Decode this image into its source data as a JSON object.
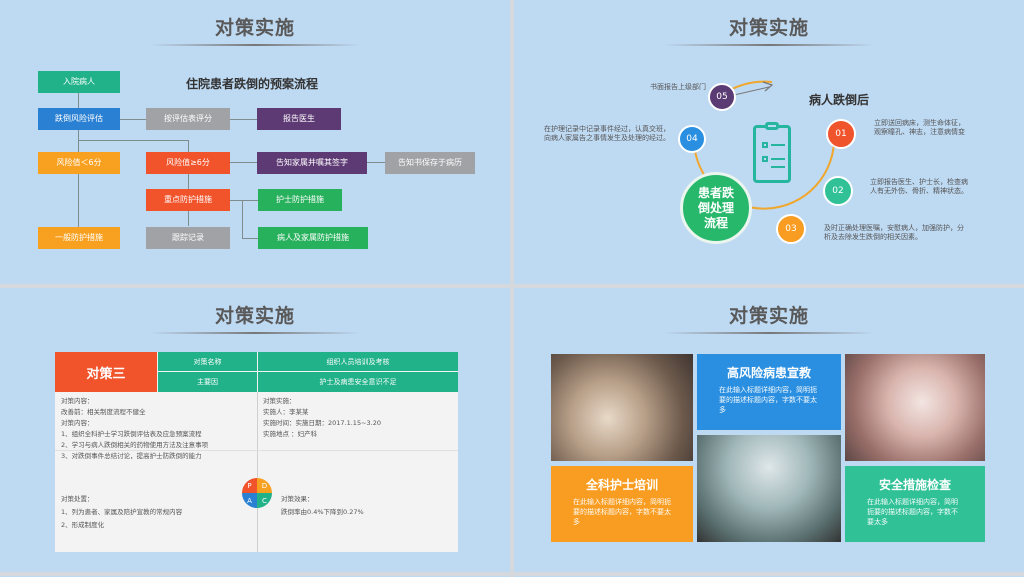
{
  "slide1": {
    "title": "对策实施",
    "heading": "住院患者跌倒的预案流程",
    "boxes": {
      "admit": "入院病人",
      "assess": "跌倒风险评估",
      "score_by_table": "按评估表评分",
      "report_doctor": "报告医生",
      "risk_low": "风险值＜6分",
      "risk_high": "风险值≥6分",
      "inform_family": "告知家属并嘱其签字",
      "notice_keep": "告知书保存于病历",
      "key_measures": "重点防护措施",
      "nurse_measures": "护士防护措施",
      "general_measures": "一般防护措施",
      "follow_record": "跟踪记录",
      "patient_family_measures": "病人及家属防护措施"
    },
    "colors": {
      "teal": "#22b28a",
      "blue": "#2a80d2",
      "gray": "#a0a2a5",
      "purple": "#5e3a75",
      "orange": "#f8a121",
      "red": "#f1532b",
      "green": "#27b15c"
    }
  },
  "slide2": {
    "title": "对策实施",
    "center_title": "患者跌倒处理流程",
    "heading": "病人跌倒后",
    "steps": [
      {
        "num": "01",
        "text": "立即送回病床，测生命体征，观察瞳孔、神志，注意病情变",
        "color": "#f0542c"
      },
      {
        "num": "02",
        "text": "立即报告医生、护士长，检查病人有无外伤、骨折、精神状态。",
        "color": "#30c197"
      },
      {
        "num": "03",
        "text": "及时正确处理医嘱，安慰病人，加强防护，分析及去除发生跌倒的相关因素。",
        "color": "#f89d21"
      },
      {
        "num": "04",
        "text": "在护理记录中记录事件经过，认真交班，向病人家属告之事情发生及处理的经过。",
        "color": "#2a8fe0"
      },
      {
        "num": "05",
        "text": "书面报告上级部门",
        "color": "#5a3b73"
      }
    ]
  },
  "slide3": {
    "title": "对策实施",
    "label": "对策三",
    "col_name_header": "对策名称",
    "col_name_value": "组织人员培训及考核",
    "cause_header": "主要因",
    "cause_value": "护士及病患安全意识不足",
    "content_title": "对策内容：",
    "improve_before": "改善前：相关制度流程不健全",
    "content_sub": "对策内容：",
    "content_items": [
      "1、组织全科护士学习跌倒评估表及应急预案流程",
      "2、学习与病人跌倒相关的药物使用方法及注意事项",
      "3、对跌倒事件总结讨论，提高护士防跌倒的能力"
    ],
    "implement_title": "对策实施：",
    "implementer": "实施人：李某某",
    "impl_time": "实施时间：实施日期：2017.1.15~3.20",
    "impl_place": "实施地点 ：妇产科",
    "handling_title": "对策处置：",
    "handling_items": [
      "1、列为患者、家属及陪护宣教的常规内容",
      "2、形成制度化"
    ],
    "effect_title": "对策效果：",
    "effect_value": "跌倒率由0.4%下降到0.27%",
    "pdca": [
      "P",
      "D",
      "A",
      "C"
    ]
  },
  "slide4": {
    "title": "对策实施",
    "cards": [
      {
        "title": "高风险病患宣教",
        "body": "在此输入标题详细内容，简明扼要的描述标题内容，字数不要太多",
        "color": "#2a8fe0"
      },
      {
        "title": "全科护士培训",
        "body": "在此输入标题详细内容，简明扼要的描述标题内容，字数不要太多",
        "color": "#f89d21"
      },
      {
        "title": "安全措施检查",
        "body": "在此输入标题详细内容，简明扼要的描述标题内容，字数不要太多",
        "color": "#30c197"
      }
    ]
  }
}
